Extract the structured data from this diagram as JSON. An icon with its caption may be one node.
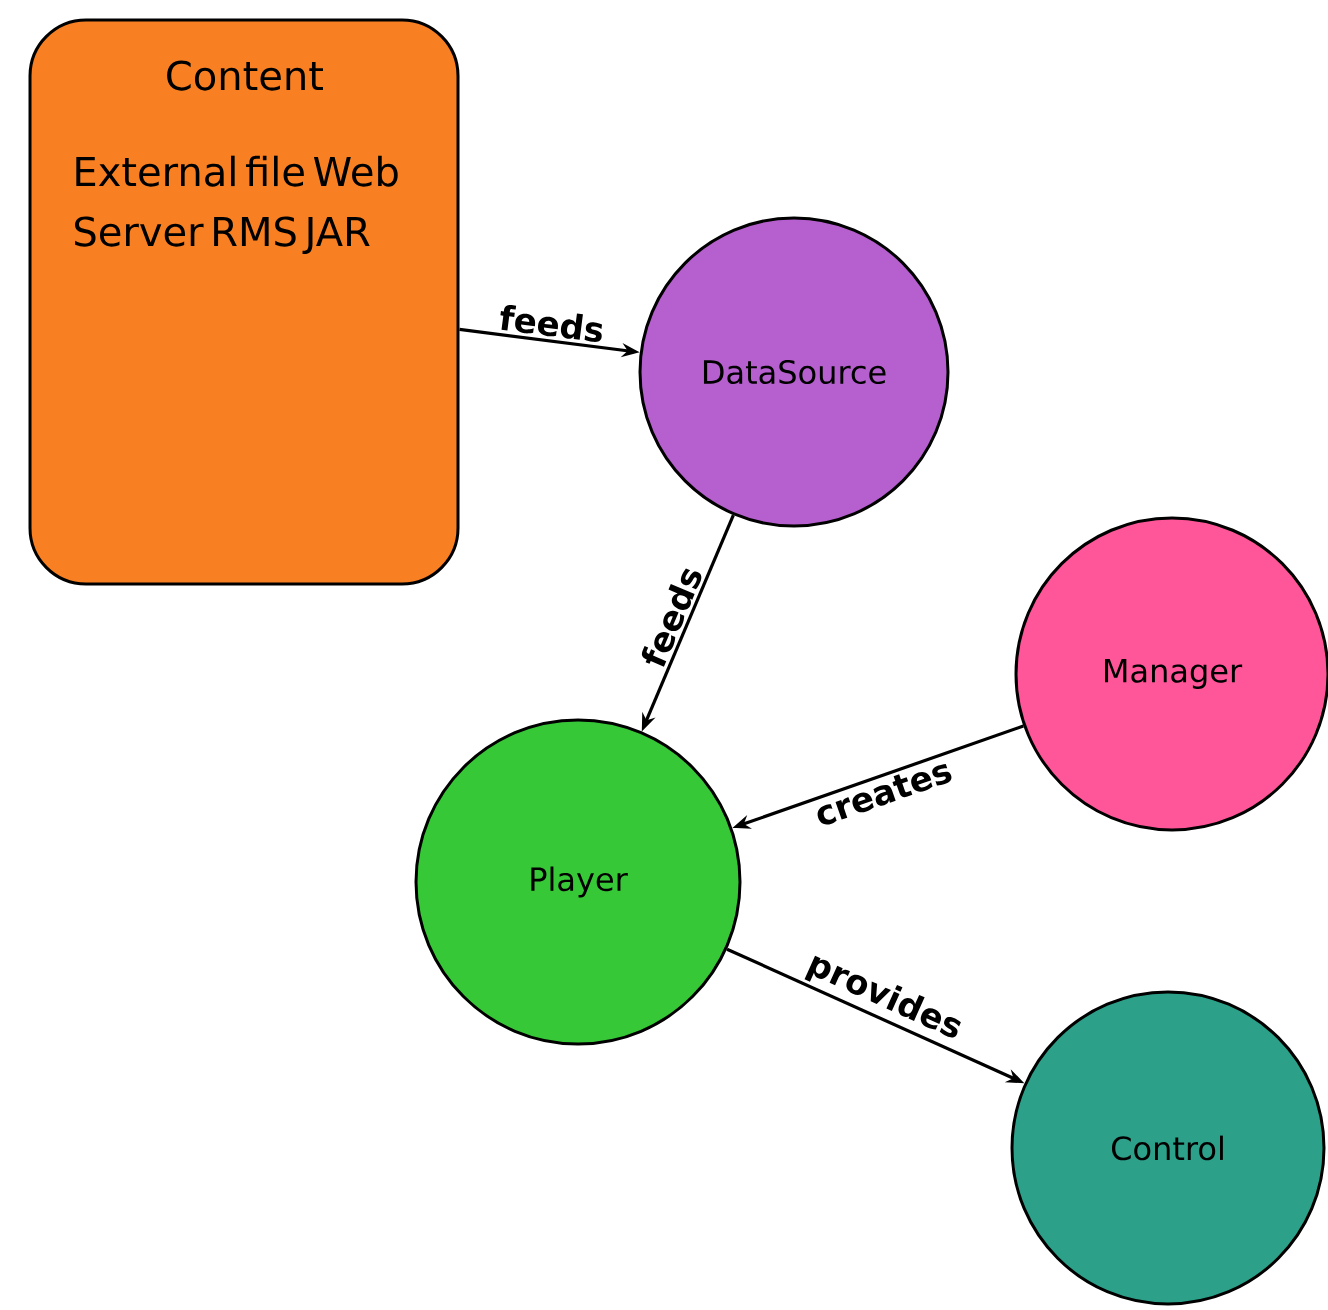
{
  "diagram": {
    "nodes": [
      {
        "text": [
          "Content",
          "External file Web Server RMS JAR"
        ]
      },
      {
        "text": [
          "DataSource"
        ]
      },
      {
        "text": [
          "Player"
        ]
      },
      {
        "text": [
          "Manager"
        ]
      },
      {
        "text": [
          "Control"
        ]
      }
    ],
    "edges": [
      {
        "from": 0,
        "to": 1,
        "arrow": "to",
        "label": "feeds"
      },
      {
        "from": 1,
        "to": 2,
        "arrow": "to",
        "label": "feeds"
      },
      {
        "from": 3,
        "to": 2,
        "arrow": "to",
        "label": "creates"
      },
      {
        "from": 2,
        "to": 4,
        "arrow": "to",
        "label": "provides"
      }
    ]
  }
}
